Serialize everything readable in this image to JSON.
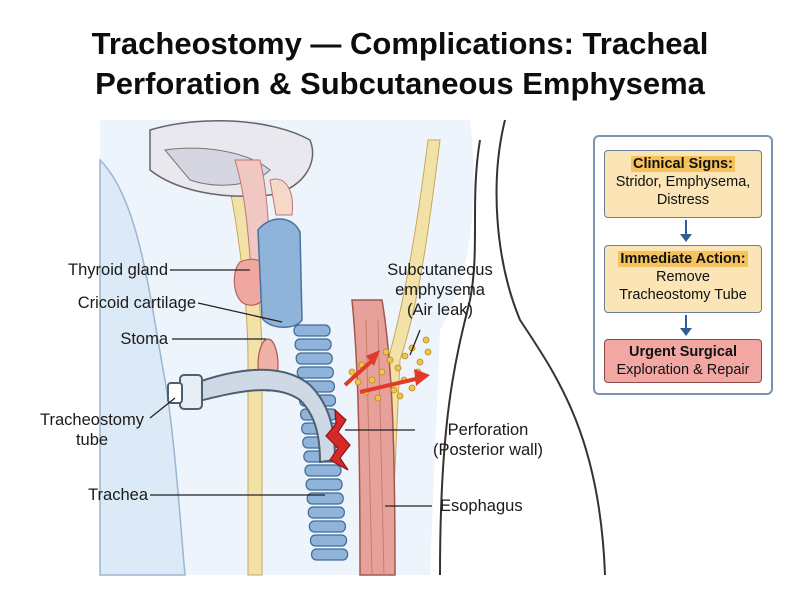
{
  "title": {
    "line1": "Tracheostomy — Complications: Tracheal",
    "line2": "Perforation & Subcutaneous Emphysema"
  },
  "labels": {
    "thyroid_gland": "Thyroid gland",
    "cricoid_cartilage": "Cricoid cartilage",
    "stoma": "Stoma",
    "tracheostomy_tube_1": "Tracheostomy",
    "tracheostomy_tube_2": "tube",
    "trachea": "Trachea",
    "subcutaneous_1": "Subcutaneous",
    "subcutaneous_2": "emphysema",
    "subcutaneous_3": "(Air leak)",
    "perforation_1": "Perforation",
    "perforation_2": "(Posterior wall)",
    "esophagus": "Esophagus"
  },
  "flow": {
    "step1": {
      "head": "Clinical Signs:",
      "line1": "Stridor, Emphysema,",
      "line2": "Distress"
    },
    "step2": {
      "head": "Immediate Action:",
      "line1": "Remove",
      "line2": "Tracheostomy Tube"
    },
    "step3": {
      "head": "Urgent Surgical",
      "line1": "Exploration & Repair"
    }
  },
  "colors": {
    "trachea_ring": "#8fb3d9",
    "perforation": "#d62a2a",
    "air_leak": "#f0c34a",
    "flow_box": "#fbe4b5",
    "urgent_box": "#f2a7a3",
    "panel_border": "#7a93b0"
  }
}
